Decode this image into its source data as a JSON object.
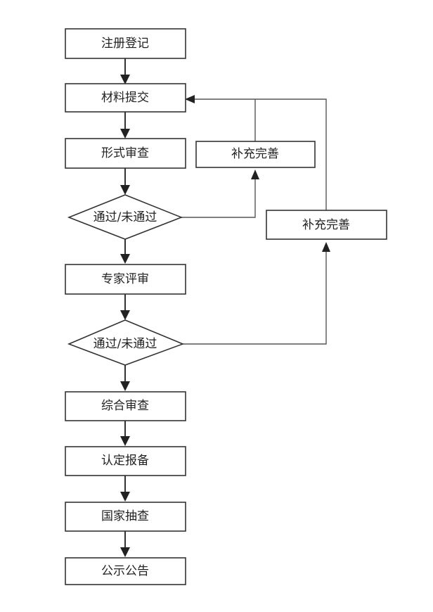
{
  "steps": {
    "registration": "注册登记",
    "submit_materials": "材料提交",
    "formal_review": "形式审查",
    "decision_1": "通过/未通过",
    "expert_review": "专家评审",
    "decision_2": "通过/未通过",
    "comprehensive_review": "综合审查",
    "filing": "认定报备",
    "spot_check": "国家抽查",
    "announcement": "公示公告",
    "supplement_1": "补充完善",
    "supplement_2": "补充完善"
  }
}
